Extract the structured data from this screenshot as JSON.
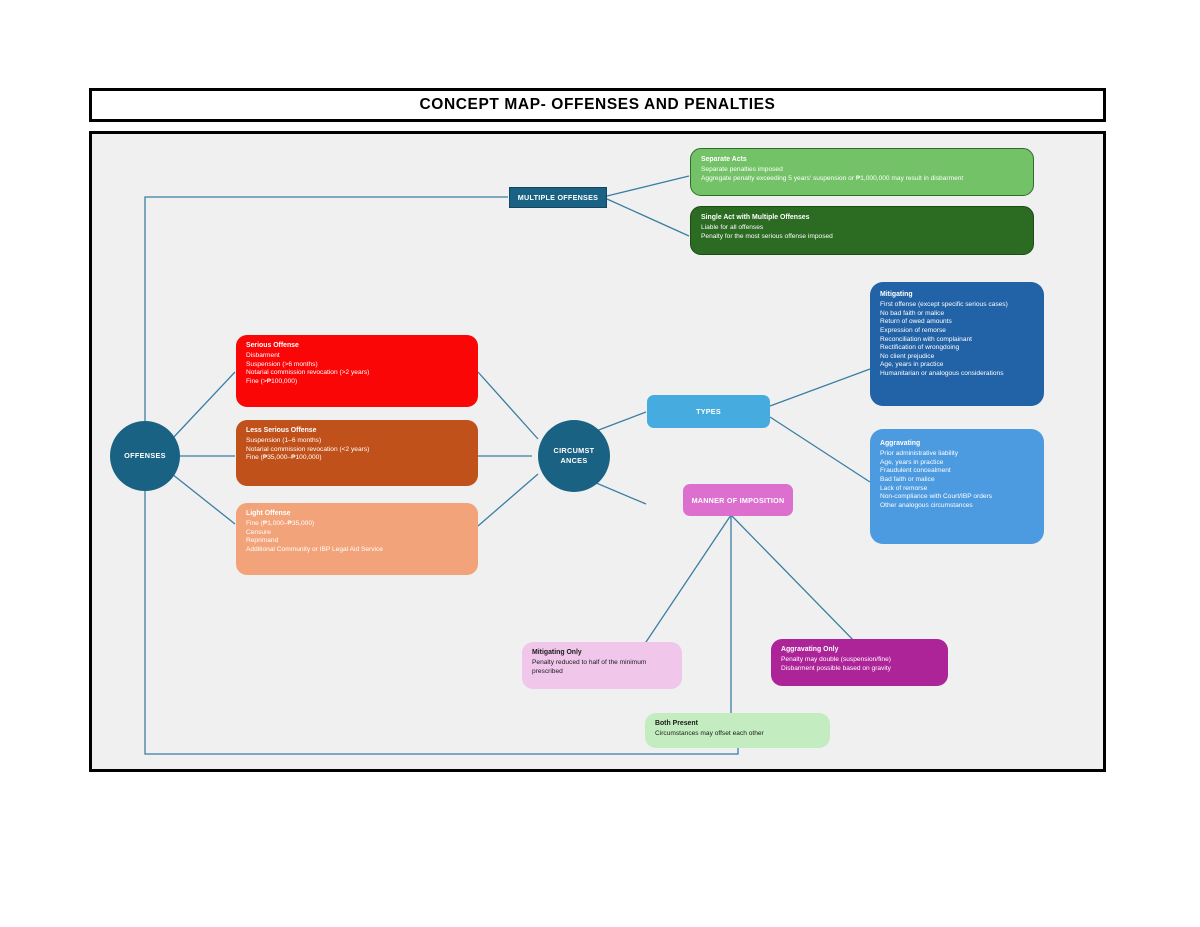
{
  "page": {
    "title": "CONCEPT MAP- OFFENSES AND PENALTIES"
  },
  "colors": {
    "frame_border": "#000000",
    "canvas_bg": "#f0f0f0",
    "edge_line": "#3b7ea3",
    "node_teal": "#1a6284",
    "serious": "#fb0606",
    "less_serious": "#c1511a",
    "light": "#f2a379",
    "mitigating": "#2262a6",
    "aggravating": "#4c9ae0",
    "types": "#46acdf",
    "manner": "#dd70cf",
    "mitigating_only": "#f0c6ea",
    "aggravating_only": "#ad2398",
    "both_present": "#c3edc0",
    "separate_acts": "#73c267",
    "single_act": "#2b6b22"
  },
  "nodes": {
    "offenses": {
      "label": "OFFENSES"
    },
    "circumstances": {
      "label_line1": "CIRCUMST",
      "label_line2": "ANCES"
    },
    "multiple_offenses": {
      "label": "MULTIPLE OFFENSES"
    },
    "types": {
      "label": "TYPES"
    },
    "manner_of_imposition": {
      "label": "MANNER OF IMPOSITION"
    },
    "separate_acts": {
      "title": "Separate Acts",
      "lines": [
        "Separate penalties imposed",
        "Aggregate penalty exceeding 5 years' suspension or ₱1,000,000 may result in disbarment"
      ]
    },
    "single_act": {
      "title": "Single Act with Multiple Offenses",
      "lines": [
        "Liable for all offenses",
        "Penalty for the most serious offense imposed"
      ]
    },
    "serious_offense": {
      "title": "Serious Offense",
      "lines": [
        "Disbarment",
        "Suspension (>6 months)",
        "Notarial commission revocation (>2 years)",
        "Fine (>₱100,000)"
      ]
    },
    "less_serious_offense": {
      "title": "Less Serious Offense",
      "lines": [
        "Suspension (1–6 months)",
        "Notarial commission revocation (<2 years)",
        "Fine (₱35,000–₱100,000)"
      ]
    },
    "light_offense": {
      "title": "Light Offense",
      "lines": [
        "Fine (₱1,000–₱35,000)",
        "Censure",
        "Reprimand",
        "Additional Community or IBP Legal Aid Service"
      ]
    },
    "mitigating": {
      "title": "Mitigating",
      "lines": [
        "First offense (except specific serious cases)",
        "No bad faith or malice",
        "Return of owed amounts",
        "Expression of remorse",
        "Reconciliation with complainant",
        "Rectification of wrongdoing",
        "No client prejudice",
        "Age, years in practice",
        "Humanitarian or analogous considerations"
      ]
    },
    "aggravating": {
      "title": "Aggravating",
      "lines": [
        "Prior administrative liability",
        "Age, years in practice",
        "Fraudulent concealment",
        "Bad faith or malice",
        "Lack of remorse",
        "Non-compliance with Court/IBP orders",
        "Other analogous circumstances"
      ]
    },
    "mitigating_only": {
      "title": "Mitigating Only",
      "lines": [
        "Penalty reduced to half of the minimum",
        "prescribed"
      ]
    },
    "aggravating_only": {
      "title": "Aggravating Only",
      "lines": [
        "Penalty may double (suspension/fine)",
        "Disbarment possible based on gravity"
      ]
    },
    "both_present": {
      "title": "Both Present",
      "lines": [
        "Circumstances may offset each other"
      ]
    }
  }
}
